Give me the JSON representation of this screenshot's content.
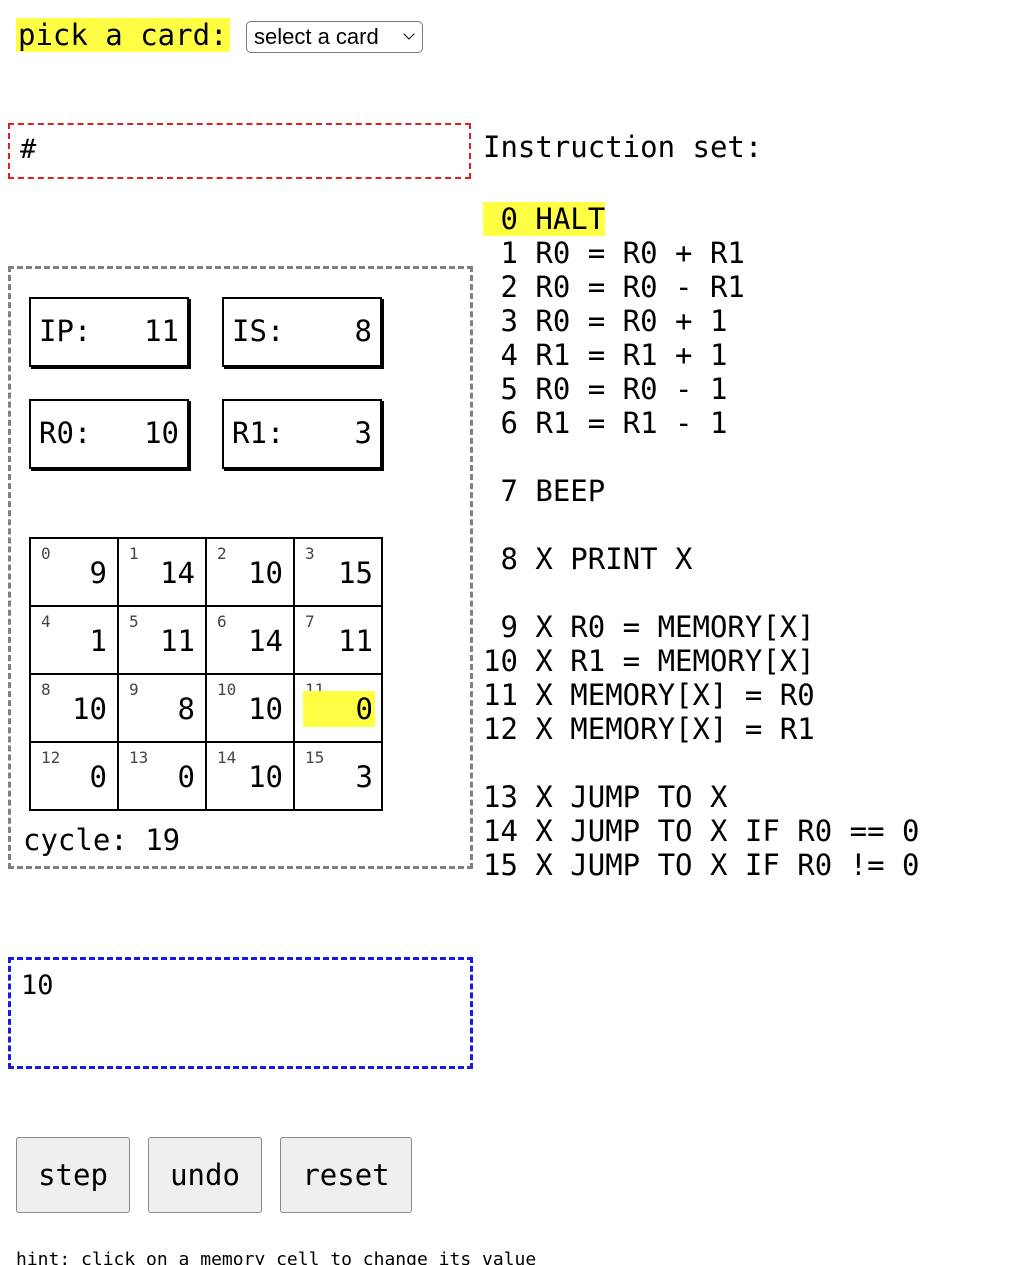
{
  "top": {
    "pick_label": "pick a card:",
    "select_value": "select a card"
  },
  "output": {
    "text": "#"
  },
  "registers": {
    "ip": {
      "label": "IP:",
      "value": "11"
    },
    "is": {
      "label": "IS:",
      "value": "8"
    },
    "r0": {
      "label": "R0:",
      "value": "10"
    },
    "r1": {
      "label": "R1:",
      "value": "3"
    }
  },
  "memory": [
    {
      "addr": "0",
      "value": "9"
    },
    {
      "addr": "1",
      "value": "14"
    },
    {
      "addr": "2",
      "value": "10"
    },
    {
      "addr": "3",
      "value": "15"
    },
    {
      "addr": "4",
      "value": "1"
    },
    {
      "addr": "5",
      "value": "11"
    },
    {
      "addr": "6",
      "value": "14"
    },
    {
      "addr": "7",
      "value": "11"
    },
    {
      "addr": "8",
      "value": "10"
    },
    {
      "addr": "9",
      "value": "8"
    },
    {
      "addr": "10",
      "value": "10"
    },
    {
      "addr": "11",
      "value": "0"
    },
    {
      "addr": "12",
      "value": "0"
    },
    {
      "addr": "13",
      "value": "0"
    },
    {
      "addr": "14",
      "value": "10"
    },
    {
      "addr": "15",
      "value": "3"
    }
  ],
  "highlighted_cell": 11,
  "cycle": "cycle: 19",
  "instruction_set": {
    "title": "Instruction set:",
    "items": [
      " 0 HALT",
      " 1 R0 = R0 + R1",
      " 2 R0 = R0 - R1",
      " 3 R0 = R0 + 1",
      " 4 R1 = R1 + 1",
      " 5 R0 = R0 - 1",
      " 6 R1 = R1 - 1",
      " 7 BEEP",
      " 8 X PRINT X",
      " 9 X R0 = MEMORY[X]",
      "10 X R1 = MEMORY[X]",
      "11 X MEMORY[X] = R0",
      "12 X MEMORY[X] = R1",
      "13 X JUMP TO X",
      "14 X JUMP TO X IF R0 == 0",
      "15 X JUMP TO X IF R0 != 0"
    ],
    "highlighted": 0
  },
  "input": {
    "text": "10"
  },
  "buttons": {
    "step": "step",
    "undo": "undo",
    "reset": "reset"
  },
  "hint": "hint: click on a memory cell to change its value",
  "colors": {
    "highlight": "#ffff44",
    "output_border": "#e02020",
    "input_border": "#1a1ae6",
    "machine_border": "#808080"
  }
}
